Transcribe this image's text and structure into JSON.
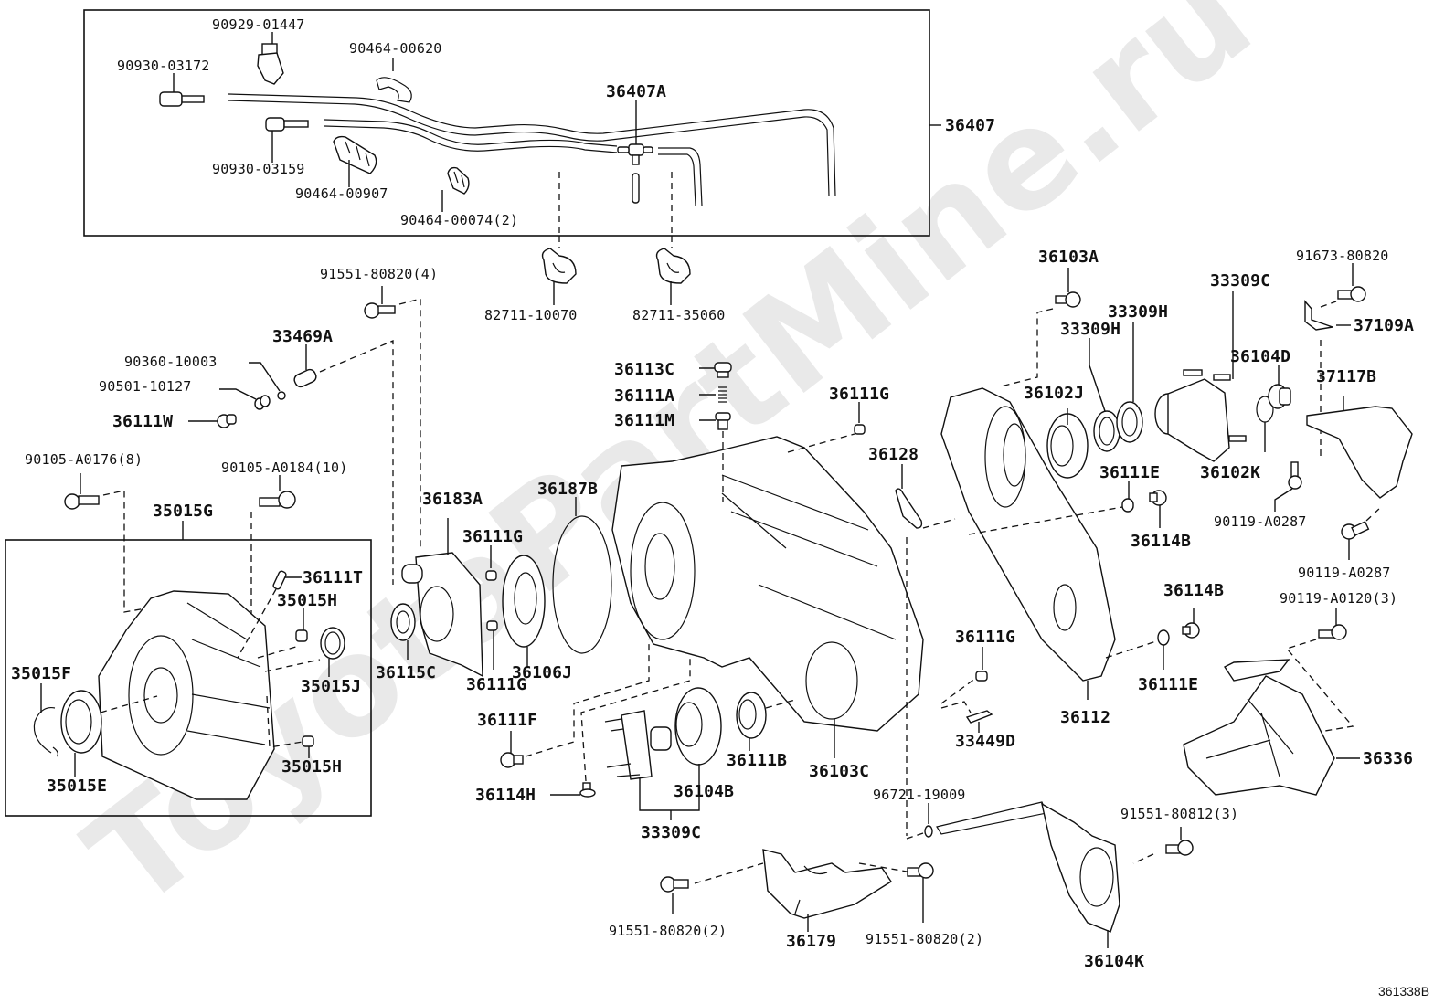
{
  "diagram": {
    "type": "exploded-parts-diagram",
    "watermark": "ToyotaPartMine.ru",
    "figure_number": "361338B",
    "groups": {
      "hose_assembly": {
        "label": "36407"
      },
      "extension_housing_assembly": {
        "label": "35015G"
      },
      "flange_assembly_bracket": {
        "label": "33309C"
      }
    },
    "labels": {
      "l90929_01447": "90929-01447",
      "l90464_00620": "90464-00620",
      "l90930_03172": "90930-03172",
      "l36407A": "36407A",
      "l36407": "36407",
      "l90930_03159": "90930-03159",
      "l90464_00907": "90464-00907",
      "l90464_00074": "90464-00074(2)",
      "l82711_10070": "82711-10070",
      "l82711_35060": "82711-35060",
      "l91551_80820_4": "91551-80820(4)",
      "l33469A": "33469A",
      "l90360_10003": "90360-10003",
      "l90501_10127": "90501-10127",
      "l36111W": "36111W",
      "l90105_A0176": "90105-A0176(8)",
      "l90105_A0184": "90105-A0184(10)",
      "l35015G": "35015G",
      "l36111T": "36111T",
      "l35015H_a": "35015H",
      "l35015J": "35015J",
      "l35015F": "35015F",
      "l35015E": "35015E",
      "l35015H_b": "35015H",
      "l36183A": "36183A",
      "l36111G_a": "36111G",
      "l36187B": "36187B",
      "l36115C": "36115C",
      "l36106J": "36106J",
      "l36111G_b": "36111G",
      "l36113C": "36113C",
      "l36111A": "36111A",
      "l36111M": "36111M",
      "l36111G_c": "36111G",
      "l36128": "36128",
      "l36111F": "36111F",
      "l36114H": "36114H",
      "l33309C_b": "33309C",
      "l36104B": "36104B",
      "l36111B": "36111B",
      "l36103C": "36103C",
      "l36111G_d": "36111G",
      "l33449D": "33449D",
      "l96721_19009": "96721-19009",
      "l36103A": "36103A",
      "l33309H_a": "33309H",
      "l33309H_b": "33309H",
      "l33309C_a": "33309C",
      "l36102J": "36102J",
      "l36111E_a": "36111E",
      "l36114B_a": "36114B",
      "l36104D": "36104D",
      "l36102K": "36102K",
      "l91673_80820": "91673-80820",
      "l37109A": "37109A",
      "l37117B": "37117B",
      "l90119_A0287_a": "90119-A0287",
      "l90119_A0287_b": "90119-A0287",
      "l36112": "36112",
      "l36114B_b": "36114B",
      "l36111E_b": "36111E",
      "l90119_A0120": "90119-A0120(3)",
      "l36336": "36336",
      "l91551_80812": "91551-80812(3)",
      "l36179": "36179",
      "l91551_80820_2a": "91551-80820(2)",
      "l91551_80820_2b": "91551-80820(2)",
      "l36104K": "36104K"
    }
  }
}
